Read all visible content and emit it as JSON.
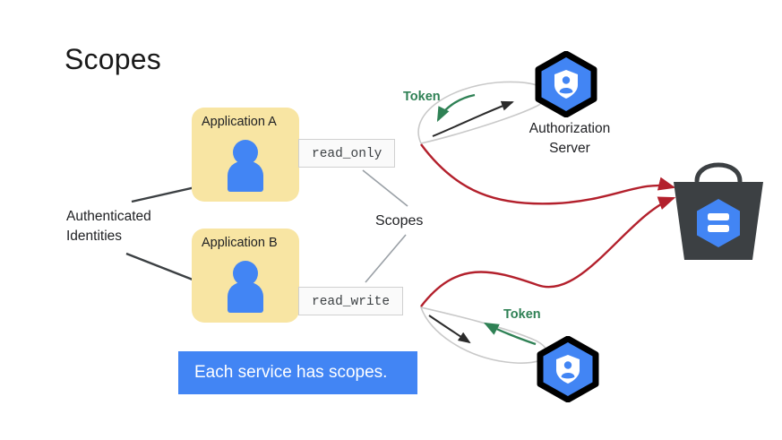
{
  "slide": {
    "title": "Scopes",
    "background_color": "#ffffff"
  },
  "colors": {
    "card_yellow": "#F8E5A3",
    "accent_blue": "#4285F4",
    "token_green": "#2f8155",
    "arrow_red": "#B3202C",
    "bag_gray": "#3C4043",
    "leader_gray": "#9AA0A6",
    "text_dark": "#202124"
  },
  "apps": [
    {
      "label": "Application A",
      "icon": "person-icon",
      "scope": "read_only"
    },
    {
      "label": "Application B",
      "icon": "person-icon",
      "scope": "read_write"
    }
  ],
  "labels": {
    "authenticated_identities": "Authenticated\nIdentities",
    "scopes": "Scopes",
    "authorization_server": "Authorization\nServer",
    "token_top": "Token",
    "token_bottom": "Token"
  },
  "nodes": {
    "authorization_server_top": {
      "icon": "shield-person-hexagon-icon"
    },
    "authorization_server_bottom": {
      "icon": "shield-person-hexagon-icon"
    },
    "service_bag": {
      "icon": "shopping-bag-icon",
      "inner_icon": "database-hexagon-icon"
    }
  },
  "banner": {
    "text": "Each service has scopes."
  }
}
